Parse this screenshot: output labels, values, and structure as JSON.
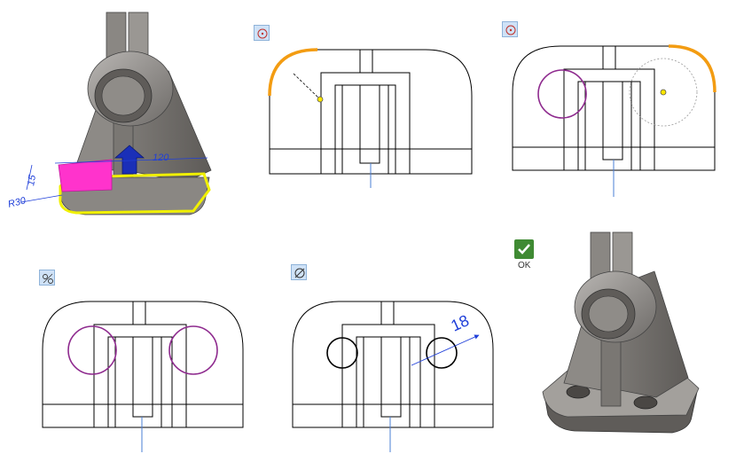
{
  "steps": [
    {
      "id": "step1",
      "kind": "3d-extrude-preview",
      "dimensions": {
        "width": "120",
        "height": "15",
        "radius": "R30"
      }
    },
    {
      "id": "step2",
      "tool_icon": "circle-center-icon",
      "kind": "sketch-select-arc"
    },
    {
      "id": "step3",
      "tool_icon": "circle-center-icon",
      "kind": "sketch-draw-circle"
    },
    {
      "id": "step4",
      "tool_icon": "concentric-circles-icon",
      "kind": "sketch-two-circles"
    },
    {
      "id": "step5",
      "tool_icon": "diameter-icon",
      "kind": "sketch-diameter-dimension",
      "dimensions": {
        "diameter": "18"
      }
    },
    {
      "id": "step6",
      "kind": "3d-result",
      "ok_label": "OK"
    }
  ],
  "colors": {
    "selected_arc": "#f39c12",
    "circle": "#8e2a8e",
    "dimension": "#1f3fd9",
    "extrude_face": "#ff33cc",
    "extrude_outline": "#f0f000",
    "arrow": "#1a2fb8",
    "centerline": "#4a7fd6",
    "point": "#ffe600",
    "ok_button": "#3f8a33",
    "metal_dark": "#6f6c69",
    "metal_light": "#a9a6a3"
  }
}
